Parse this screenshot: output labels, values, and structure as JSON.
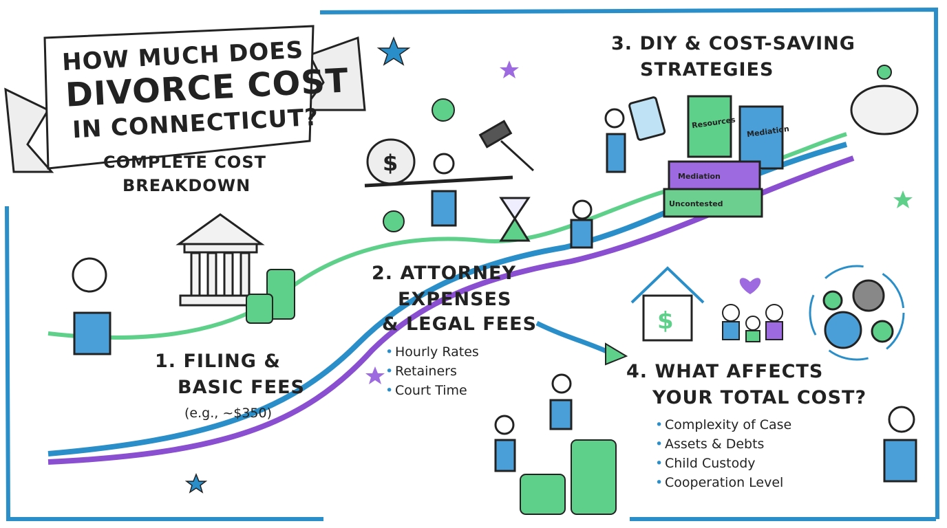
{
  "title": {
    "line1": "How much does",
    "line2": "Divorce Cost",
    "line3": "in Connecticut?",
    "subtitle_line1": "Complete Cost",
    "subtitle_line2": "Breakdown"
  },
  "sections": [
    {
      "heading_line1": "1. Filing &",
      "heading_line2": "Basic Fees",
      "note": "(e.g., ~$350)"
    },
    {
      "heading_line1": "2. Attorney",
      "heading_line2": "Expenses",
      "heading_line3": "& Legal Fees",
      "bullets": [
        "Hourly Rates",
        "Retainers",
        "Court Time"
      ]
    },
    {
      "heading_line1": "3. DIY & Cost-Saving",
      "heading_line2": "Strategies",
      "books": [
        "Resources",
        "Mediation",
        "Mediation",
        "Uncontested"
      ]
    },
    {
      "heading_line1": "4. What Affects",
      "heading_line2": "Your Total Cost?",
      "bullets": [
        "Complexity of Case",
        "Assets & Debts",
        "Child Custody",
        "Cooperation Level"
      ]
    }
  ],
  "icons": [
    "courthouse-icon",
    "coin-stack-icon",
    "money-bag-icon",
    "gavel-icon",
    "hourglass-icon",
    "tablet-icon",
    "piggy-bank-icon",
    "house-dollar-icon",
    "family-icon",
    "heart-icon",
    "gears-icon",
    "star-icon"
  ],
  "colors": {
    "blue": "#2a8fc9",
    "green": "#5fd08a",
    "purple": "#8a4fd0",
    "dark": "#222222"
  }
}
